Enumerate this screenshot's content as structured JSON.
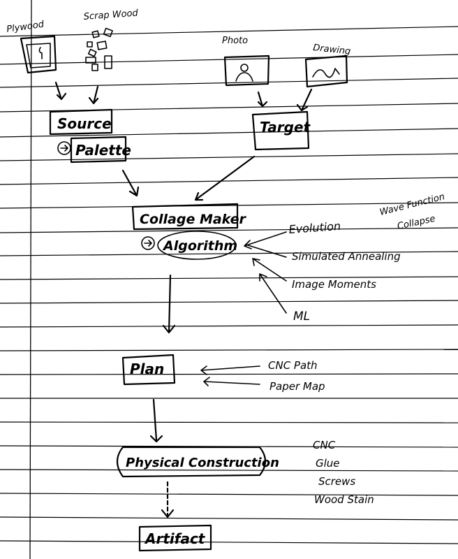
{
  "sources": {
    "plywood": "Plywood",
    "scrap_wood": "Scrap Wood"
  },
  "targets": {
    "photo": "Photo",
    "drawing": "Drawing"
  },
  "nodes": {
    "source": "Source",
    "palette": "Palette",
    "target": "Target",
    "collage_maker": "Collage Maker",
    "algorithm": "Algorithm",
    "plan": "Plan",
    "physical_construction": "Physical Construction",
    "artifact": "Artifact"
  },
  "algorithm_options": [
    "Evolution",
    "Simulated Annealing",
    "Image Moments",
    "ML"
  ],
  "wave_collapse": [
    "Wave Function",
    "Collapse"
  ],
  "plan_inputs": [
    "CNC Path",
    "Paper Map"
  ],
  "construction_methods": [
    "CNC",
    "Glue",
    "Screws",
    "Wood Stain"
  ]
}
